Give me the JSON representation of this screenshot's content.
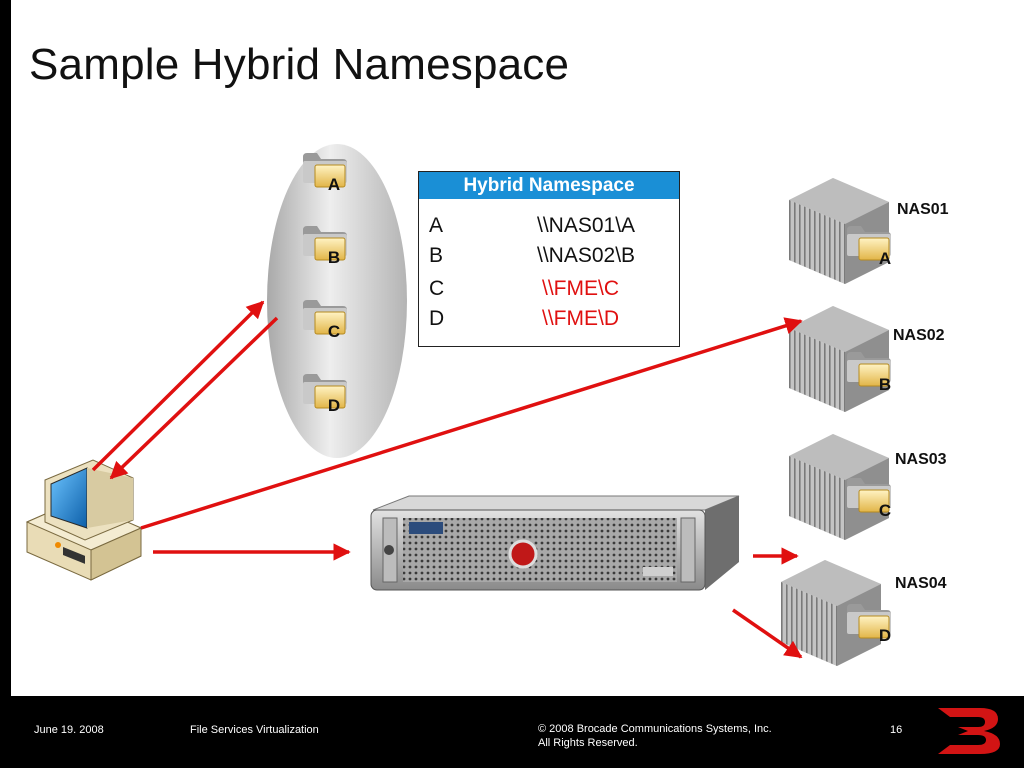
{
  "slide": {
    "title": "Sample Hybrid Namespace"
  },
  "namespace_table": {
    "header": "Hybrid Namespace",
    "rows": [
      {
        "key": "A",
        "target": "\\\\NAS01\\A",
        "style": "native"
      },
      {
        "key": "B",
        "target": "\\\\NAS02\\B",
        "style": "native"
      },
      {
        "key": "C",
        "target": "\\\\FME\\C",
        "style": "fme"
      },
      {
        "key": "D",
        "target": "\\\\FME\\D",
        "style": "fme"
      }
    ]
  },
  "namespace_folders": [
    "A",
    "B",
    "C",
    "D"
  ],
  "nas_devices": [
    {
      "name": "NAS01",
      "folder": "A"
    },
    {
      "name": "NAS02",
      "folder": "B"
    },
    {
      "name": "NAS03",
      "folder": "C"
    },
    {
      "name": "NAS04",
      "folder": "D"
    }
  ],
  "icons": {
    "client": "desktop-computer-icon",
    "server": "rack-server-icon",
    "nas": "nas-storage-icon",
    "folder": "folder-icon",
    "logo": "brocade-logo-icon"
  },
  "colors": {
    "arrow_red": "#e01010",
    "arrow_blue": "#1a8fd6",
    "header_blue": "#1a8fd6",
    "fme_red": "#e01010",
    "folder_gold": "#e8c25a"
  },
  "footer": {
    "date": "June 19. 2008",
    "topic": "File Services Virtualization",
    "copyright_line1": "© 2008 Brocade Communications Systems, Inc.",
    "copyright_line2": "All Rights Reserved.",
    "page_number": "16"
  }
}
